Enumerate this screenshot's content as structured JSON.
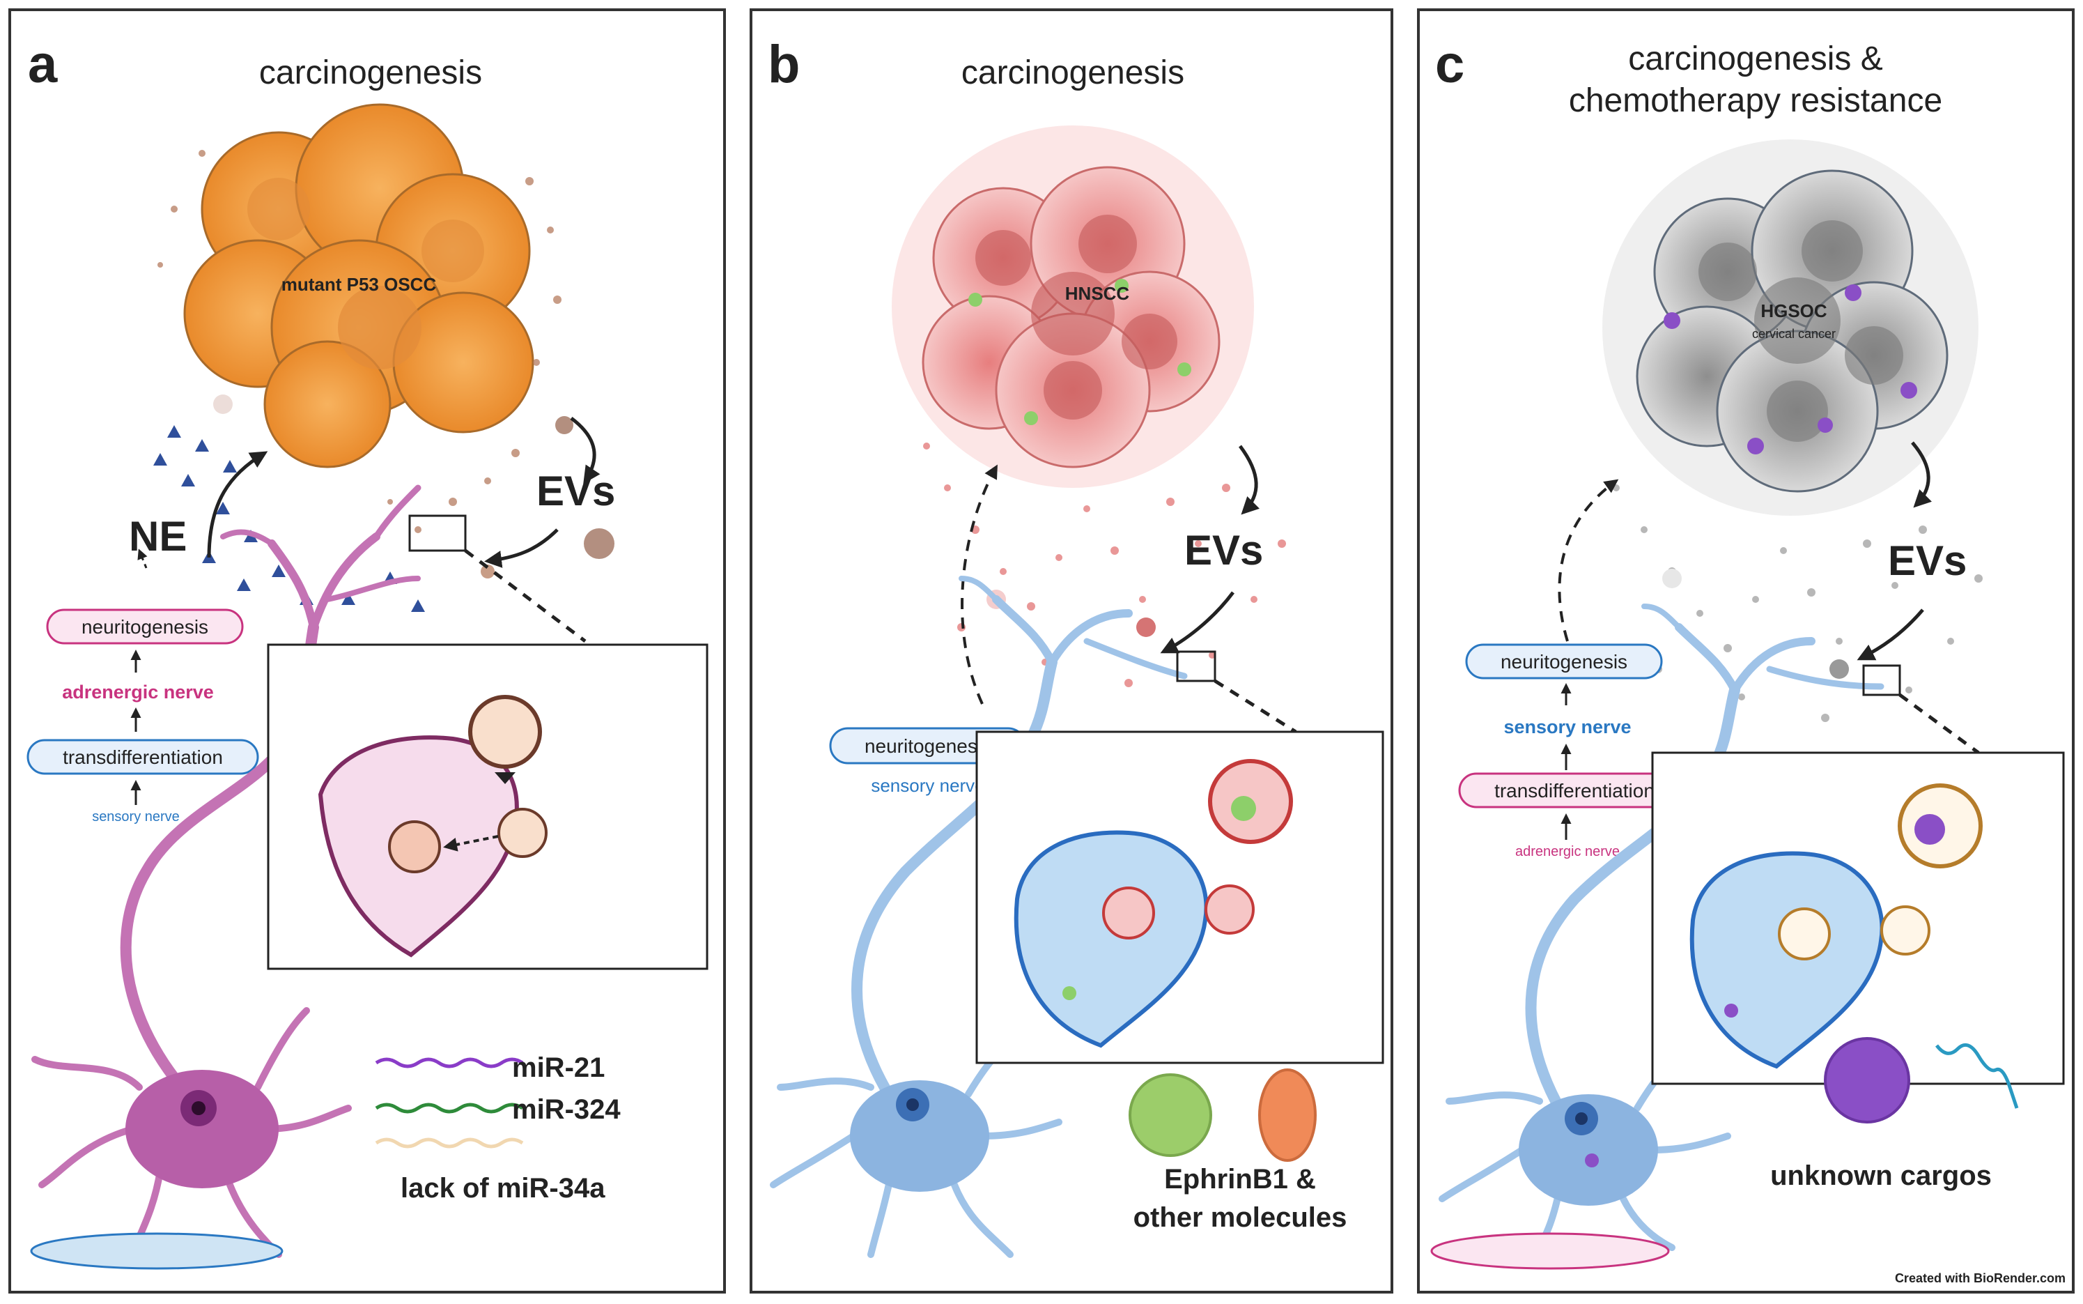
{
  "panels": [
    {
      "letter": "a",
      "title": "carcinogenesis",
      "tumor_label": "mutant P53 OSCC",
      "ne_label": "NE",
      "evs_label": "EVs",
      "steps": [
        "neuritogenesis",
        "adrenergic nerve",
        "transdifferentiation",
        "sensory nerve"
      ],
      "cargo": [
        "miR-21",
        "miR-324",
        "lack of miR-34a"
      ]
    },
    {
      "letter": "b",
      "title": "carcinogenesis",
      "tumor_label": "HNSCC",
      "evs_label": "EVs",
      "steps": [
        "neuritogenesis",
        "sensory nerve"
      ],
      "cargo_line1": "EphrinB1 &",
      "cargo_line2": "other molecules"
    },
    {
      "letter": "c",
      "title_line1": "carcinogenesis &",
      "title_line2": "chemotherapy resistance",
      "tumor_label": "HGSOC",
      "tumor_sublabel": "cervical cancer",
      "evs_label": "EVs",
      "steps": [
        "neuritogenesis",
        "sensory nerve",
        "transdifferentiation",
        "adrenergic nerve"
      ],
      "cargo": "unknown cargos"
    }
  ],
  "footer": "Created with BioRender.com",
  "colors": {
    "adrenergic": "#c8337f",
    "sensory": "#2a78c2",
    "nerve_pink": "#c473b4",
    "nerve_blue": "#9fc3e8",
    "tumor_orange": "#f4a04a",
    "tumor_red": "#e58585",
    "tumor_gray": "#9b9b9b"
  }
}
